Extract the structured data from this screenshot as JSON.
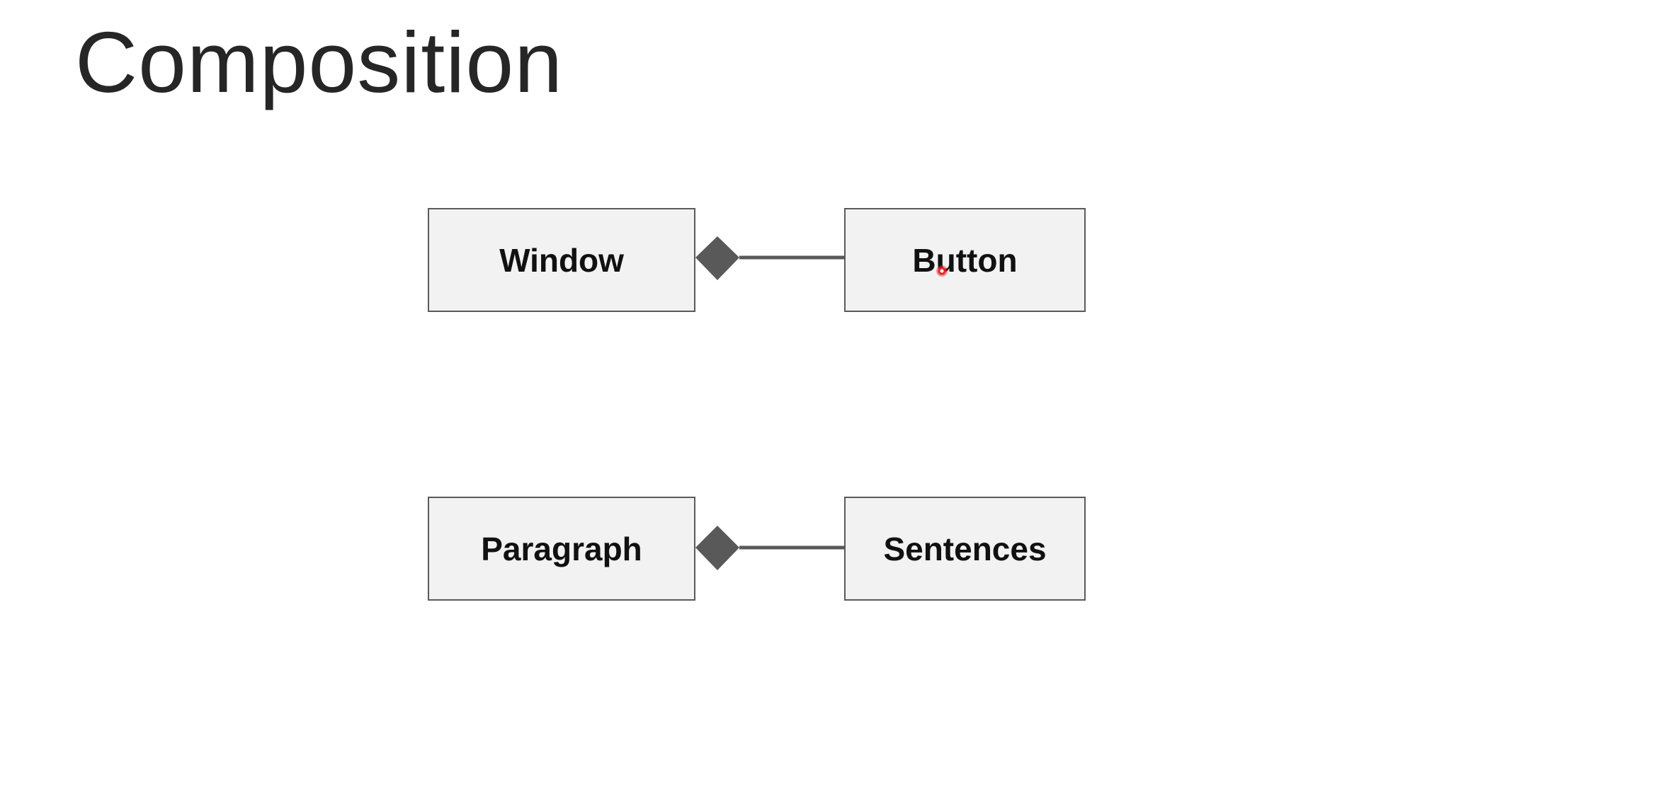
{
  "slide": {
    "title": "Composition"
  },
  "diagram": {
    "relationship": "composition",
    "relations": [
      {
        "whole": "Window",
        "part": "Button"
      },
      {
        "whole": "Paragraph",
        "part": "Sentences"
      }
    ],
    "colors": {
      "box_fill": "#f2f2f2",
      "box_border": "#5a5a5a",
      "connector": "#595959",
      "diamond": "#595959",
      "label_text": "#111111",
      "title_text": "#262626"
    }
  }
}
